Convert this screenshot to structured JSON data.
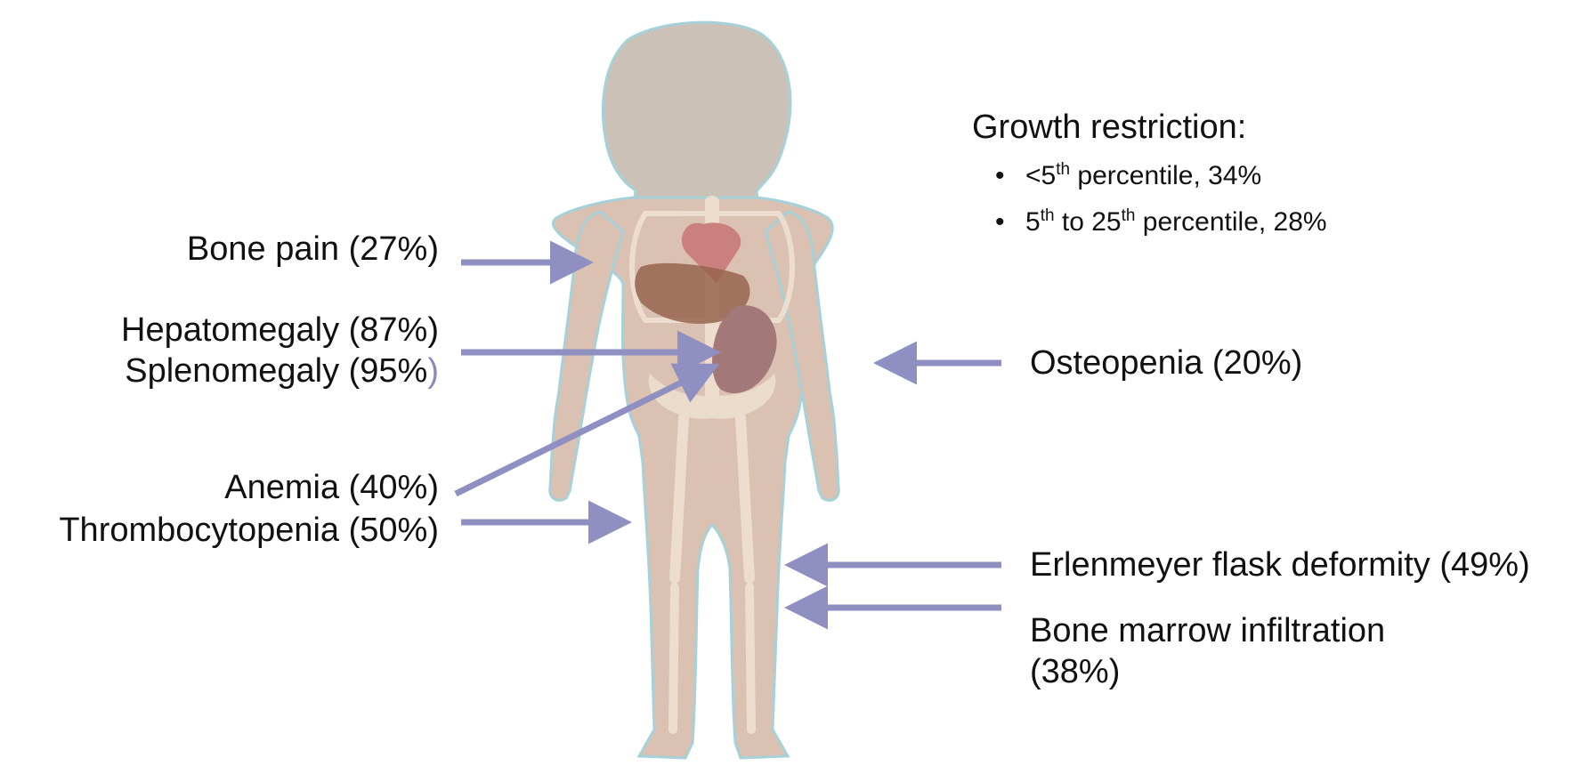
{
  "colors": {
    "arrow": "#8f8fc2",
    "skin": "#dac1b1",
    "skin_outline": "#a6d1d8",
    "bone": "#efe1d2",
    "heart": "#c9797a",
    "liver": "#8f5a44",
    "spleen": "#9d7173",
    "silhouette": "#ccc1b7"
  },
  "labels": {
    "bone_pain": "Bone pain (27%)",
    "hepatomegaly": "Hepatomegaly (87%)",
    "splenomegaly_main": "Splenomegaly (95%",
    "splenomegaly_paren": ")",
    "anemia": "Anemia (40%)",
    "thrombocytopenia": "Thrombocytopenia (50%)",
    "osteopenia": "Osteopenia (20%)",
    "erlenmeyer": "Erlenmeyer flask deformity (49%)",
    "bone_marrow_line1": "Bone marrow infiltration",
    "bone_marrow_line2": "(38%)"
  },
  "growth": {
    "title": "Growth restriction:",
    "items": [
      {
        "pre": "<5",
        "sup": "th",
        "post": " percentile, 34%"
      },
      {
        "pre": "5",
        "sup": "th",
        "mid": " to 25",
        "sup2": "th",
        "post": " percentile, 28%"
      }
    ]
  }
}
